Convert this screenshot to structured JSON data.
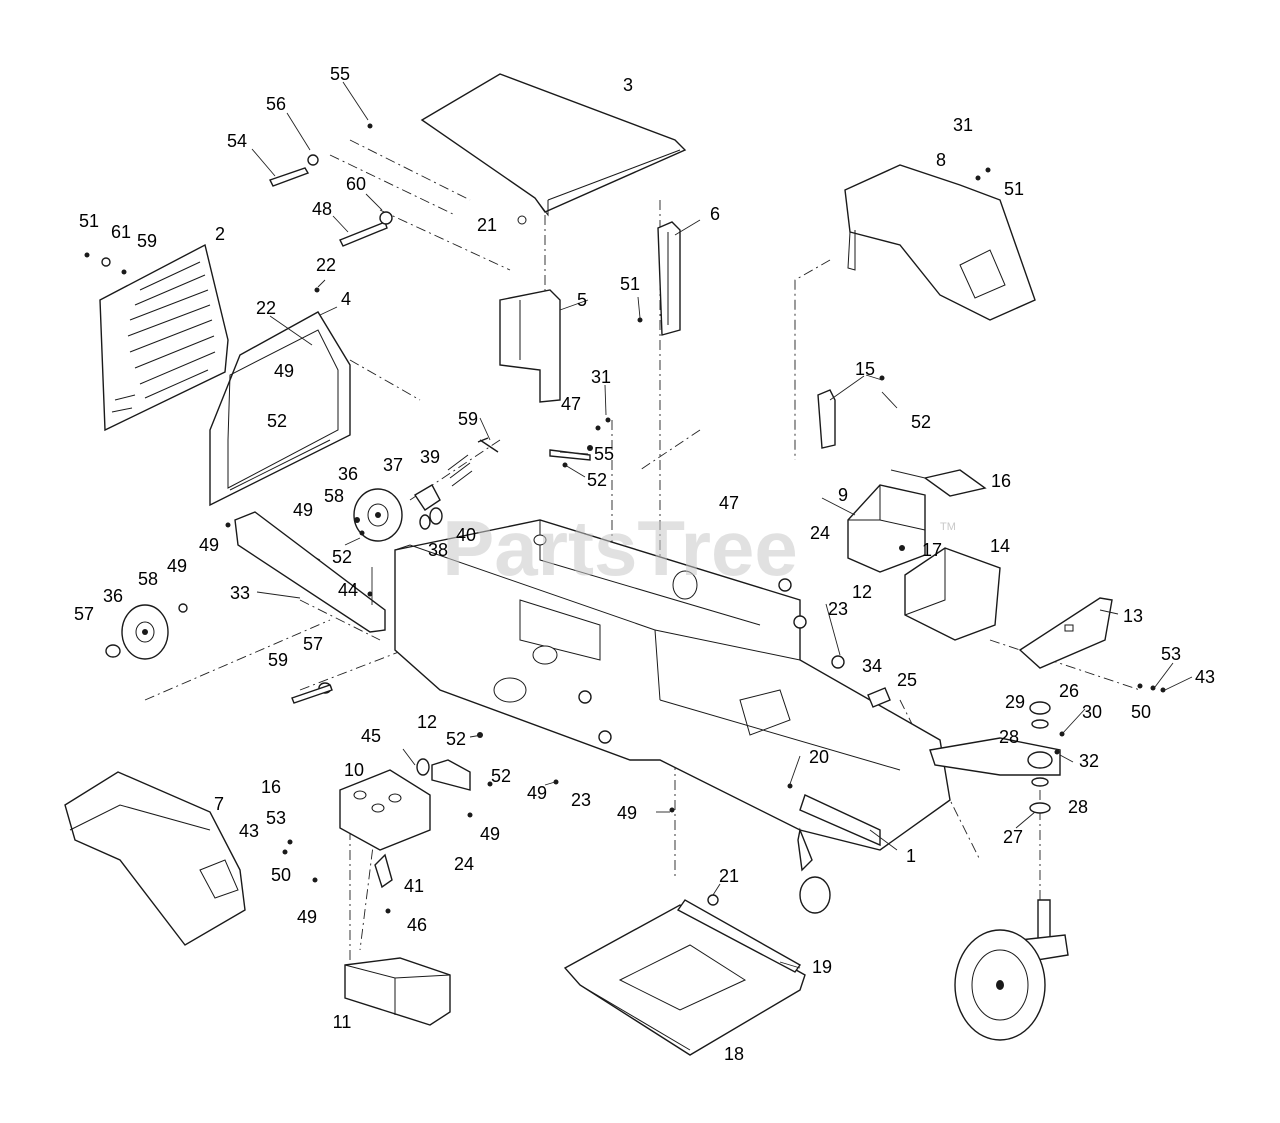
{
  "watermark": {
    "text": "PartsTree",
    "tm": "TM"
  },
  "labels": [
    {
      "id": "l55a",
      "text": "55"
    },
    {
      "id": "l56",
      "text": "56"
    },
    {
      "id": "l54",
      "text": "54"
    },
    {
      "id": "l60",
      "text": "60"
    },
    {
      "id": "l48",
      "text": "48"
    },
    {
      "id": "l21a",
      "text": "21"
    },
    {
      "id": "l3",
      "text": "3"
    },
    {
      "id": "l6",
      "text": "6"
    },
    {
      "id": "l51a",
      "text": "51"
    },
    {
      "id": "l51b",
      "text": "51"
    },
    {
      "id": "l61",
      "text": "61"
    },
    {
      "id": "l59a",
      "text": "59"
    },
    {
      "id": "l2",
      "text": "2"
    },
    {
      "id": "l22a",
      "text": "22"
    },
    {
      "id": "l22b",
      "text": "22"
    },
    {
      "id": "l4",
      "text": "4"
    },
    {
      "id": "l49a",
      "text": "49"
    },
    {
      "id": "l52a",
      "text": "52"
    },
    {
      "id": "l5",
      "text": "5"
    },
    {
      "id": "l31a",
      "text": "31"
    },
    {
      "id": "l8",
      "text": "8"
    },
    {
      "id": "l51c",
      "text": "51"
    },
    {
      "id": "l15",
      "text": "15"
    },
    {
      "id": "l52b",
      "text": "52"
    },
    {
      "id": "l47a",
      "text": "47"
    },
    {
      "id": "l31b",
      "text": "31"
    },
    {
      "id": "l59b",
      "text": "59"
    },
    {
      "id": "l55b",
      "text": "55"
    },
    {
      "id": "l52c",
      "text": "52"
    },
    {
      "id": "l36a",
      "text": "36"
    },
    {
      "id": "l37",
      "text": "37"
    },
    {
      "id": "l39",
      "text": "39"
    },
    {
      "id": "l58a",
      "text": "58"
    },
    {
      "id": "l49b",
      "text": "49"
    },
    {
      "id": "l49c",
      "text": "49"
    },
    {
      "id": "l52d",
      "text": "52"
    },
    {
      "id": "l38",
      "text": "38"
    },
    {
      "id": "l40",
      "text": "40"
    },
    {
      "id": "l44",
      "text": "44"
    },
    {
      "id": "l33",
      "text": "33"
    },
    {
      "id": "l47b",
      "text": "47"
    },
    {
      "id": "l9",
      "text": "9"
    },
    {
      "id": "l16a",
      "text": "16"
    },
    {
      "id": "l24a",
      "text": "24"
    },
    {
      "id": "l17",
      "text": "17"
    },
    {
      "id": "l14",
      "text": "14"
    },
    {
      "id": "l12a",
      "text": "12"
    },
    {
      "id": "l23a",
      "text": "23"
    },
    {
      "id": "l13",
      "text": "13"
    },
    {
      "id": "l58b",
      "text": "58"
    },
    {
      "id": "l49d",
      "text": "49"
    },
    {
      "id": "l36b",
      "text": "36"
    },
    {
      "id": "l57a",
      "text": "57"
    },
    {
      "id": "l57b",
      "text": "57"
    },
    {
      "id": "l59c",
      "text": "59"
    },
    {
      "id": "l34",
      "text": "34"
    },
    {
      "id": "l25",
      "text": "25"
    },
    {
      "id": "l53a",
      "text": "53"
    },
    {
      "id": "l43a",
      "text": "43"
    },
    {
      "id": "l50a",
      "text": "50"
    },
    {
      "id": "l29",
      "text": "29"
    },
    {
      "id": "l26",
      "text": "26"
    },
    {
      "id": "l30",
      "text": "30"
    },
    {
      "id": "l28a",
      "text": "28"
    },
    {
      "id": "l32",
      "text": "32"
    },
    {
      "id": "l45",
      "text": "45"
    },
    {
      "id": "l12b",
      "text": "12"
    },
    {
      "id": "l52e",
      "text": "52"
    },
    {
      "id": "l52f",
      "text": "52"
    },
    {
      "id": "l10",
      "text": "10"
    },
    {
      "id": "l16b",
      "text": "16"
    },
    {
      "id": "l49e",
      "text": "49"
    },
    {
      "id": "l23b",
      "text": "23"
    },
    {
      "id": "l20",
      "text": "20"
    },
    {
      "id": "l7",
      "text": "7"
    },
    {
      "id": "l53b",
      "text": "53"
    },
    {
      "id": "l43b",
      "text": "43"
    },
    {
      "id": "l49f",
      "text": "49"
    },
    {
      "id": "l24b",
      "text": "24"
    },
    {
      "id": "l49g",
      "text": "49"
    },
    {
      "id": "l28b",
      "text": "28"
    },
    {
      "id": "l27",
      "text": "27"
    },
    {
      "id": "l1",
      "text": "1"
    },
    {
      "id": "l50b",
      "text": "50"
    },
    {
      "id": "l41",
      "text": "41"
    },
    {
      "id": "l49h",
      "text": "49"
    },
    {
      "id": "l46",
      "text": "46"
    },
    {
      "id": "l21b",
      "text": "21"
    },
    {
      "id": "l19",
      "text": "19"
    },
    {
      "id": "l11",
      "text": "11"
    },
    {
      "id": "l18",
      "text": "18"
    }
  ]
}
